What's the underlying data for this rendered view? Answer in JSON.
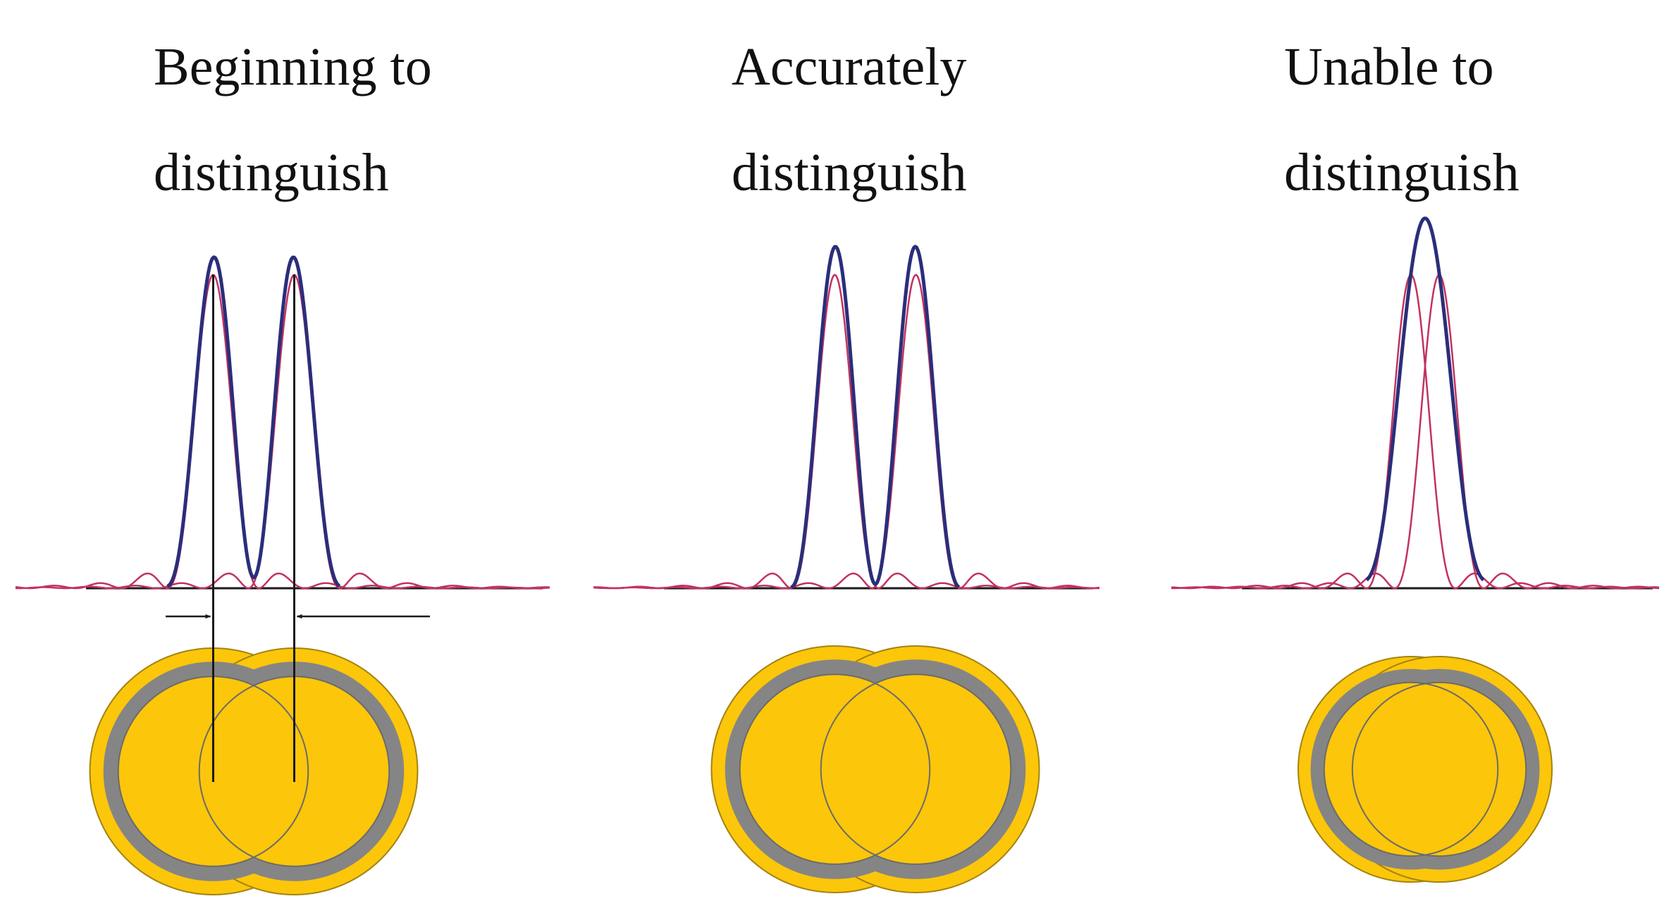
{
  "panels": [
    {
      "id": "beginning",
      "title_line1": "Beginning to",
      "title_line2": "distinguish"
    },
    {
      "id": "accurate",
      "title_line1": "Accurately",
      "title_line2": "distinguish"
    },
    {
      "id": "unable",
      "title_line1": "Unable to",
      "title_line2": "distinguish"
    }
  ],
  "colors": {
    "sum_curve": "#2b2e7a",
    "component_curve": "#c2325f",
    "baseline": "#1a1a1a",
    "disk_fill": "#fcc60a",
    "disk_edge": "#a38312",
    "ring": "#858585"
  }
}
